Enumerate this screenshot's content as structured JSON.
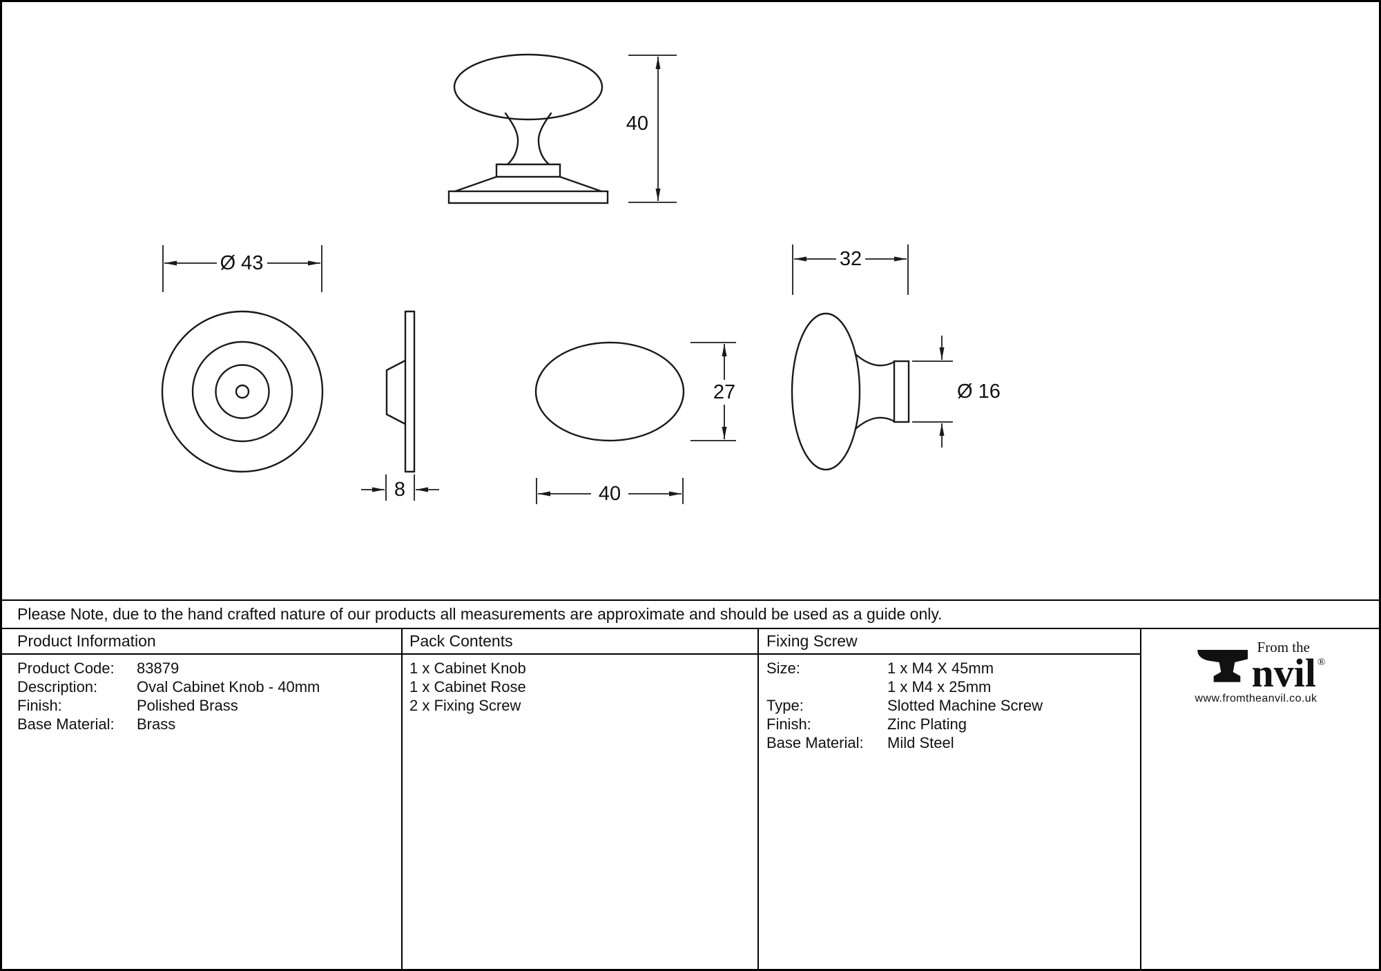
{
  "note": "Please Note, due to the hand crafted nature of our products all measurements are approximate and should be used as a guide only.",
  "drawing": {
    "dims": {
      "front_height": "40",
      "rose_diameter": "Ø 43",
      "rose_depth": "8",
      "oval_minor": "27",
      "oval_major": "40",
      "side_projection": "32",
      "neck_diameter": "Ø 16"
    }
  },
  "table": {
    "product_info": {
      "header": "Product Information",
      "rows": [
        {
          "label": "Product Code:",
          "value": "83879"
        },
        {
          "label": "Description:",
          "value": "Oval Cabinet Knob - 40mm"
        },
        {
          "label": "Finish:",
          "value": "Polished Brass"
        },
        {
          "label": "Base Material:",
          "value": "Brass"
        }
      ]
    },
    "pack_contents": {
      "header": "Pack Contents",
      "items": [
        "1 x Cabinet Knob",
        "1 x Cabinet Rose",
        "2 x Fixing Screw"
      ]
    },
    "fixing_screw": {
      "header": "Fixing Screw",
      "rows": [
        {
          "label": "Size:",
          "value": "1 x M4 X 45mm"
        },
        {
          "label": "",
          "value": "1 x M4 x 25mm"
        },
        {
          "label": "Type:",
          "value": "Slotted Machine Screw"
        },
        {
          "label": "Finish:",
          "value": "Zinc Plating"
        },
        {
          "label": "Base Material:",
          "value": "Mild Steel"
        }
      ]
    }
  },
  "logo": {
    "tagline": "From the",
    "brand": "Anvil",
    "brand_suffix": "nvil",
    "registered": "®",
    "url": "www.fromtheanvil.co.uk"
  }
}
